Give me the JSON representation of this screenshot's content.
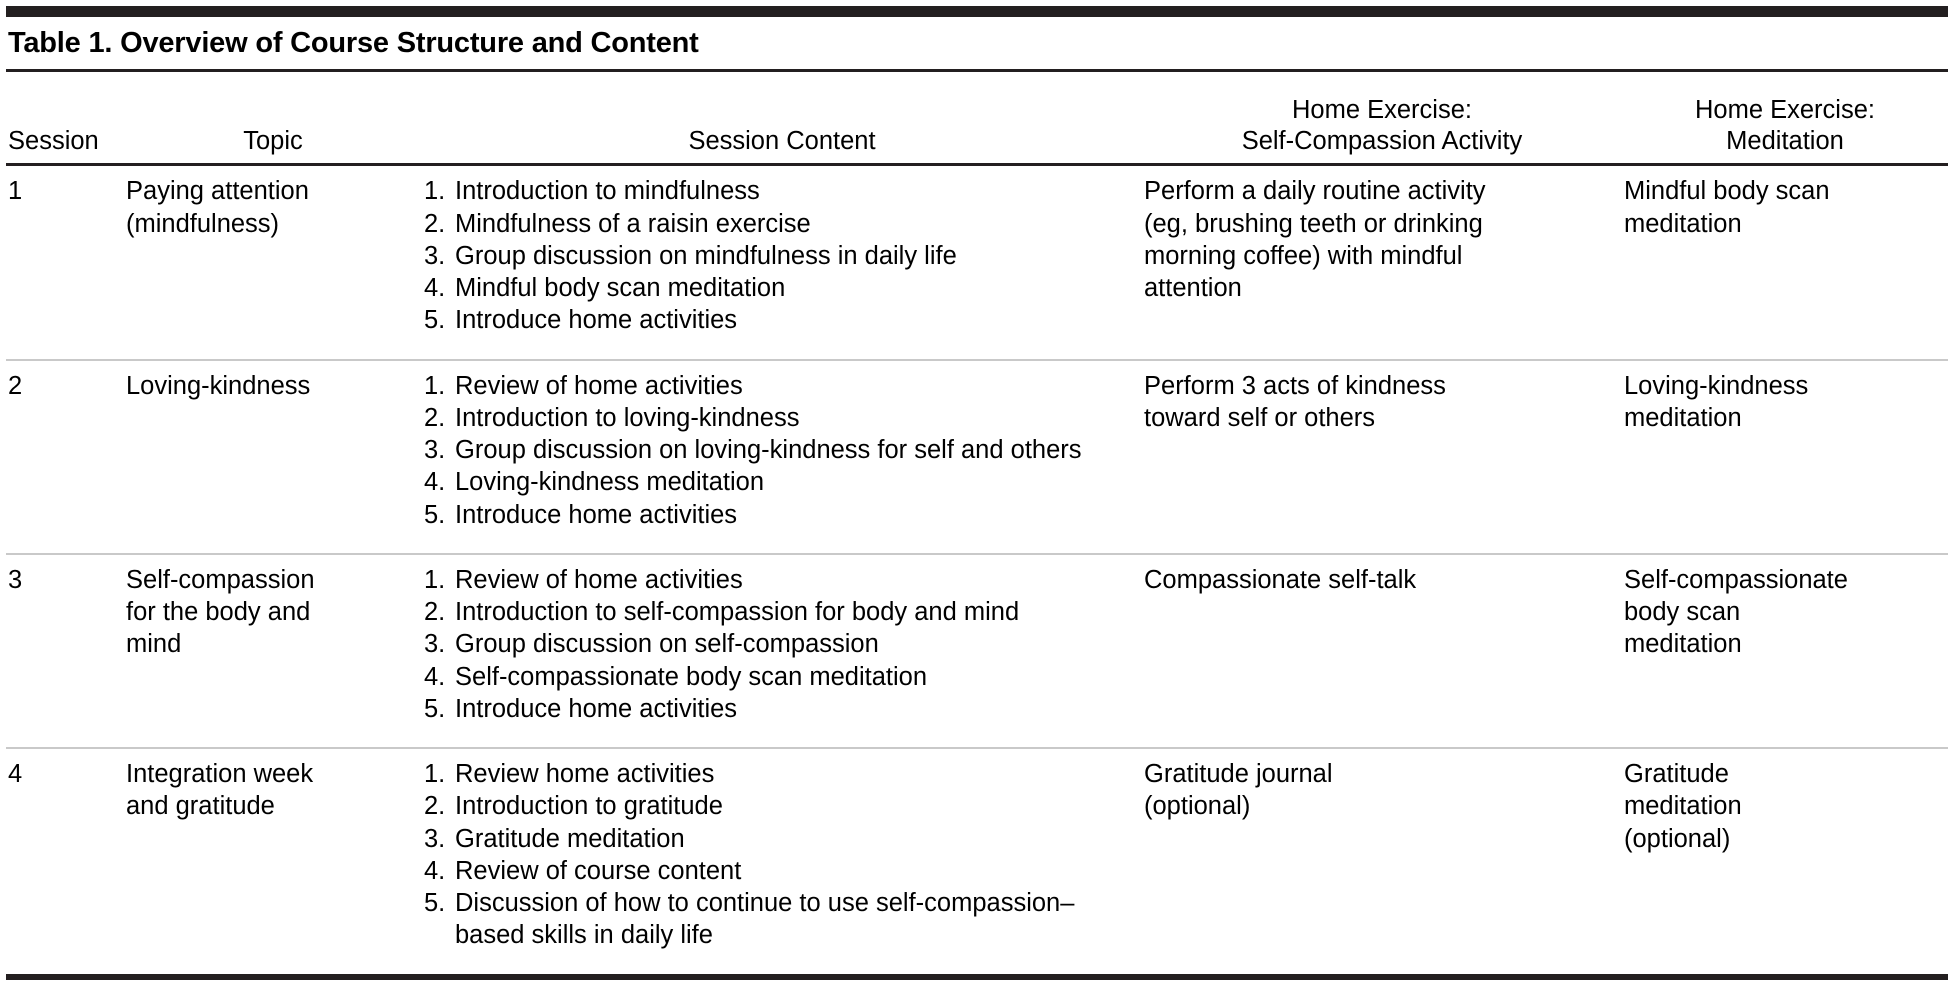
{
  "caption": "Table 1. Overview of Course Structure and Content",
  "columns": {
    "session": "Session",
    "topic": "Topic",
    "session_content": "Session Content",
    "home_exercise_activity_line1": "Home Exercise:",
    "home_exercise_activity_line2": "Self-Compassion Activity",
    "home_exercise_meditation_line1": "Home Exercise:",
    "home_exercise_meditation_line2": "Meditation"
  },
  "rows": [
    {
      "session": "1",
      "topic": [
        "Paying attention",
        "(mindfulness)"
      ],
      "content": [
        {
          "num": "1.",
          "text": "Introduction to mindfulness"
        },
        {
          "num": "2.",
          "text": "Mindfulness of a raisin exercise"
        },
        {
          "num": "3.",
          "text": "Group discussion on mindfulness in daily life"
        },
        {
          "num": "4.",
          "text": "Mindful body scan meditation"
        },
        {
          "num": "5.",
          "text": "Introduce home activities"
        }
      ],
      "activity": [
        "Perform a daily routine activity",
        "(eg, brushing teeth or drinking",
        "morning coffee) with mindful",
        "attention"
      ],
      "meditation": [
        "Mindful body scan",
        "meditation"
      ]
    },
    {
      "session": "2",
      "topic": [
        "Loving-kindness"
      ],
      "content": [
        {
          "num": "1.",
          "text": "Review of home activities"
        },
        {
          "num": "2.",
          "text": "Introduction to loving-kindness"
        },
        {
          "num": "3.",
          "text": "Group discussion on loving-kindness for self and others"
        },
        {
          "num": "4.",
          "text": "Loving-kindness meditation"
        },
        {
          "num": "5.",
          "text": "Introduce home activities"
        }
      ],
      "activity": [
        "Perform 3 acts of kindness",
        "toward self or others"
      ],
      "meditation": [
        "Loving-kindness",
        "meditation"
      ]
    },
    {
      "session": "3",
      "topic": [
        "Self-compassion",
        "for the body and",
        "mind"
      ],
      "content": [
        {
          "num": "1.",
          "text": "Review of home activities"
        },
        {
          "num": "2.",
          "text": "Introduction to self-compassion for body and mind"
        },
        {
          "num": "3.",
          "text": "Group discussion on self-compassion"
        },
        {
          "num": "4.",
          "text": "Self-compassionate body scan meditation"
        },
        {
          "num": "5.",
          "text": "Introduce home activities"
        }
      ],
      "activity": [
        "Compassionate self-talk"
      ],
      "meditation": [
        "Self-compassionate",
        "body scan",
        "meditation"
      ]
    },
    {
      "session": "4",
      "topic": [
        "Integration week",
        "and gratitude"
      ],
      "content": [
        {
          "num": "1.",
          "text": "Review home activities"
        },
        {
          "num": "2.",
          "text": "Introduction to gratitude"
        },
        {
          "num": "3.",
          "text": "Gratitude meditation"
        },
        {
          "num": "4.",
          "text": "Review of course content"
        },
        {
          "num": "5.",
          "text": "Discussion of how to continue to use self-compassion– based skills in daily life"
        }
      ],
      "activity": [
        "Gratitude journal",
        "(optional)"
      ],
      "meditation": [
        "Gratitude",
        "meditation",
        "(optional)"
      ]
    }
  ]
}
